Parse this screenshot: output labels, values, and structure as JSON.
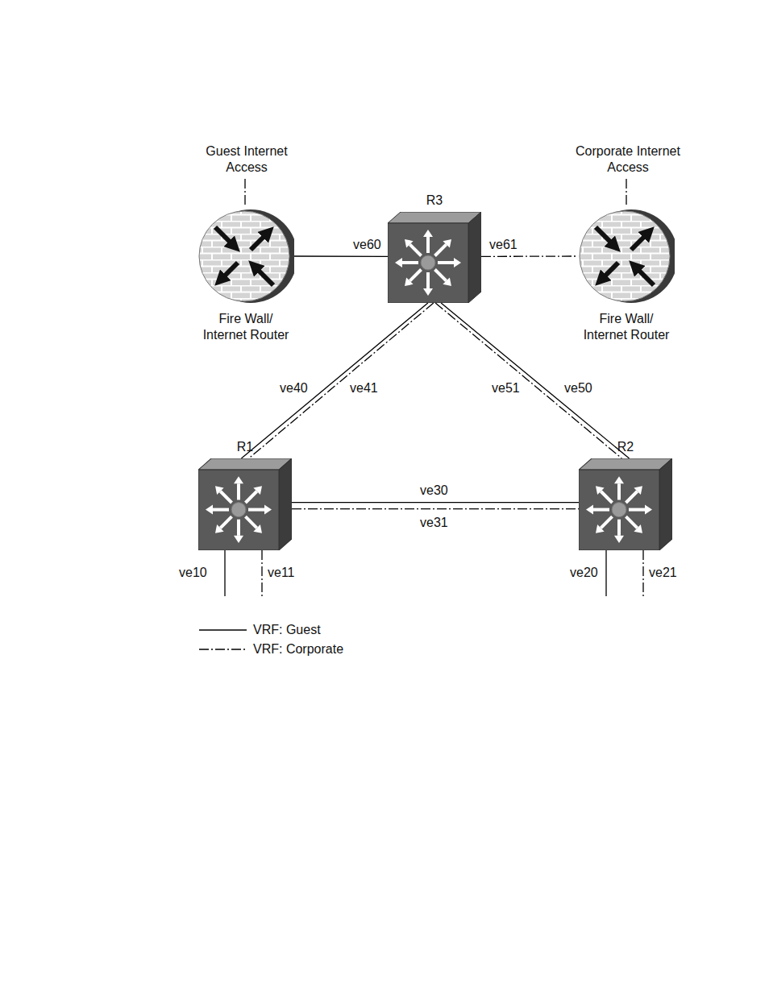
{
  "diagram": {
    "nodes": [
      {
        "text": [
          "Fire Wall/ Internet Router"
        ]
      },
      {
        "text": [
          "R3"
        ]
      },
      {
        "text": [
          "Fire Wall/ Internet Router"
        ]
      },
      {
        "text": [
          "R1"
        ]
      },
      {
        "text": [
          "R2"
        ]
      }
    ],
    "edges": [
      {
        "from": 0,
        "to": 1,
        "arrow": "none",
        "label": "ve60"
      },
      {
        "from": 1,
        "to": 2,
        "arrow": "none",
        "label": "ve61"
      },
      {
        "from": 1,
        "to": 3,
        "arrow": "none",
        "label": "ve40"
      },
      {
        "from": 1,
        "to": 3,
        "arrow": "none",
        "label": "ve41"
      },
      {
        "from": 1,
        "to": 4,
        "arrow": "none",
        "label": "ve51"
      },
      {
        "from": 1,
        "to": 4,
        "arrow": "none",
        "label": "ve50"
      },
      {
        "from": 3,
        "to": 4,
        "arrow": "none",
        "label": "ve30"
      },
      {
        "from": 3,
        "to": 4,
        "arrow": "none",
        "label": "ve31"
      }
    ],
    "labels": [
      "Guest Internet Access",
      "Corporate Internet Access",
      "ve10",
      "ve11",
      "ve20",
      "ve21"
    ],
    "legend": [
      {
        "text": "VRF: Guest"
      },
      {
        "text": "VRF: Corporate"
      }
    ]
  }
}
